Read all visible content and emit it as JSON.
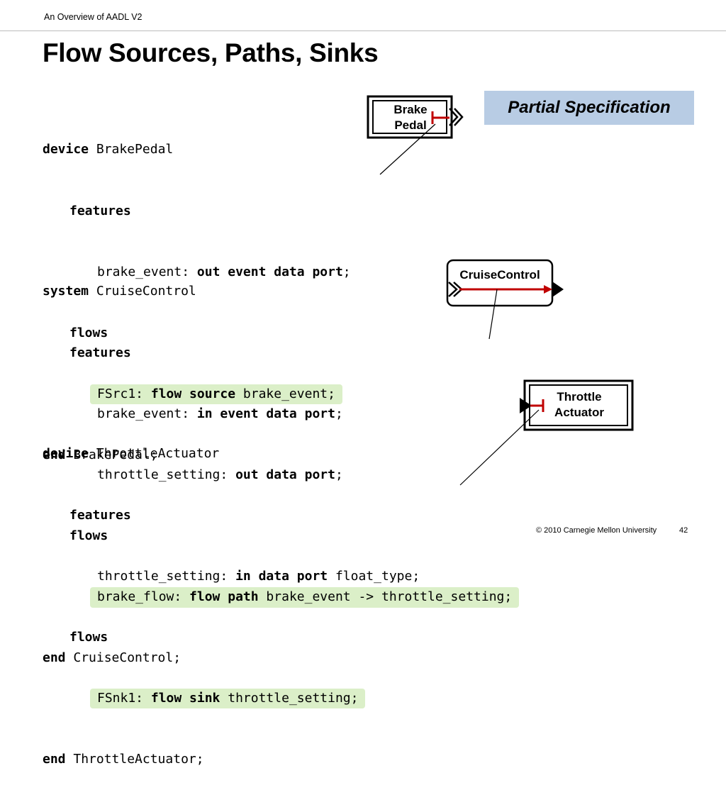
{
  "header": "An Overview of AADL V2",
  "title": "Flow Sources, Paths, Sinks",
  "callout": "Partial Specification",
  "code": {
    "l1": {
      "kw": "device",
      "rest": " BrakePedal"
    },
    "l2": {
      "kw": "features"
    },
    "l3": {
      "pre": "brake_event: ",
      "kw": "out event data port",
      "post": ";"
    },
    "l4": {
      "kw": "flows"
    },
    "l5": {
      "pre": "FSrc1: ",
      "kw": "flow source",
      "post": " brake_event;"
    },
    "l6": {
      "kw": "end",
      "rest": " BrakePedal;"
    },
    "l7": {
      "kw": "system",
      "rest": " CruiseControl"
    },
    "l8": {
      "kw": "features"
    },
    "l9": {
      "pre": "brake_event: ",
      "kw": "in event data port",
      "post": ";"
    },
    "l10": {
      "pre": "throttle_setting: ",
      "kw": "out data port",
      "post": ";"
    },
    "l11": {
      "kw": "flows"
    },
    "l12": {
      "pre": "brake_flow: ",
      "kw": "flow path",
      "post": " brake_event -> throttle_setting;"
    },
    "l13": {
      "kw": "end",
      "rest": " CruiseControl;"
    },
    "l14": {
      "kw": "device",
      "rest": " ThrottleActuator"
    },
    "l15": {
      "kw": "features"
    },
    "l16": {
      "pre": "throttle_setting: ",
      "kw": "in data port",
      "post": " float_type;"
    },
    "l17": {
      "kw": "flows"
    },
    "l18": {
      "pre": "FSnk1: ",
      "kw": "flow sink",
      "post": " throttle_setting;"
    },
    "l19": {
      "kw": "end",
      "rest": " ThrottleActuator;"
    }
  },
  "boxes": {
    "brake": {
      "line1": "Brake",
      "line2": "Pedal"
    },
    "cruise": {
      "label": "CruiseControl"
    },
    "throttle": {
      "line1": "Throttle",
      "line2": "Actuator"
    }
  },
  "colors": {
    "flow": "#c00000",
    "highlight": "#dbefc8",
    "callout": "#b8cce4"
  },
  "footer": {
    "copyright": "© 2010 Carnegie Mellon University",
    "page": "42"
  }
}
